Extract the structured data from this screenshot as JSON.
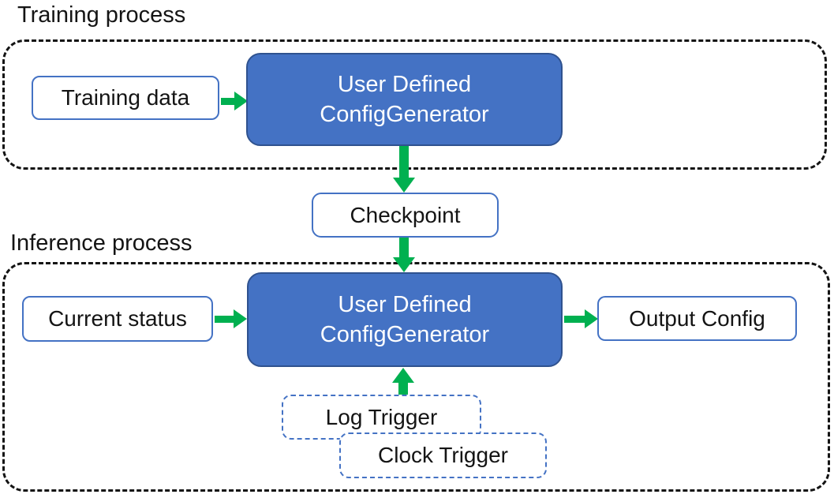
{
  "colors": {
    "generator_fill": "#4472C4",
    "generator_border": "#2F528F",
    "io_box_border": "#4472C4",
    "trigger_border": "#4472C4",
    "arrow_green": "#00B050",
    "container_dash": "#141414",
    "text_dark": "#141414",
    "text_white": "#FFFFFF"
  },
  "training": {
    "section_label": "Training process",
    "training_data_label": "Training data",
    "generator_line1": "User Defined",
    "generator_line2": "ConfigGenerator"
  },
  "checkpoint_label": "Checkpoint",
  "inference": {
    "section_label": "Inference process",
    "current_status_label": "Current status",
    "generator_line1": "User Defined",
    "generator_line2": "ConfigGenerator",
    "output_config_label": "Output Config",
    "log_trigger_label": "Log Trigger",
    "clock_trigger_label": "Clock Trigger"
  }
}
